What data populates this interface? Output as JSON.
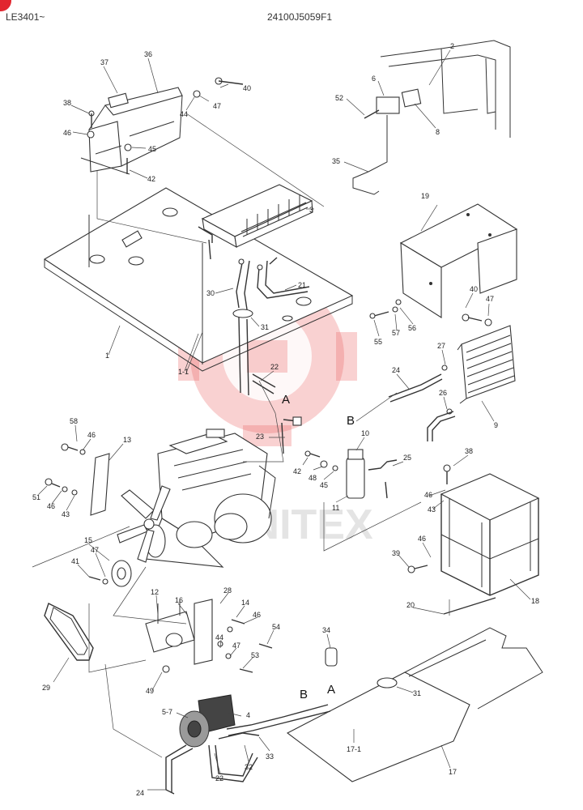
{
  "header": {
    "model_code": "LE3401~",
    "part_number": "24100J5059F1"
  },
  "watermark_text": "UNITEX",
  "colors": {
    "watermark": "#e8585b",
    "badge": "#e2262f",
    "ink": "#333333"
  },
  "callouts": {
    "c37": "37",
    "c36": "36",
    "c40a": "40",
    "c38a": "38",
    "c47a": "47",
    "c44a": "44",
    "c46a": "46",
    "c45a": "45",
    "c42a": "42",
    "c2": "2",
    "c6": "6",
    "c52": "52",
    "c8": "8",
    "c35": "35",
    "c3": "3",
    "c19": "19",
    "c21": "21",
    "c30": "30",
    "c31a": "31",
    "c40b": "40",
    "c47b": "47",
    "c55": "55",
    "c57": "57",
    "c56": "56",
    "c1": "1",
    "c1_1": "1-1",
    "c27": "27",
    "c22a": "22",
    "c24a": "24",
    "c26": "26",
    "c9": "9",
    "c58": "58",
    "c46b": "46",
    "c13": "13",
    "c10": "10",
    "c23": "23",
    "c42b": "42",
    "c48": "48",
    "c45b": "45",
    "c25": "25",
    "c38b": "38",
    "c51": "51",
    "c46c": "46",
    "c43a": "43",
    "c11": "11",
    "c46d": "46",
    "c43b": "43",
    "c15": "15",
    "c47c": "47",
    "c41": "41",
    "c46e": "46",
    "c39": "39",
    "c18": "18",
    "c12": "12",
    "c16": "16",
    "c28": "28",
    "c14": "14",
    "c46f": "46",
    "c20": "20",
    "c54": "54",
    "c44b": "44",
    "c47d": "47",
    "c53": "53",
    "c34": "34",
    "c29": "29",
    "c49": "49",
    "c31b": "31",
    "c5_7": "5-7",
    "c4": "4",
    "c17_1": "17-1",
    "c33": "33",
    "c32": "32",
    "c22b": "22",
    "c24b": "24",
    "c17": "17"
  },
  "route_markers": {
    "a1": "A",
    "b1": "B",
    "b2": "B",
    "a2": "A"
  }
}
